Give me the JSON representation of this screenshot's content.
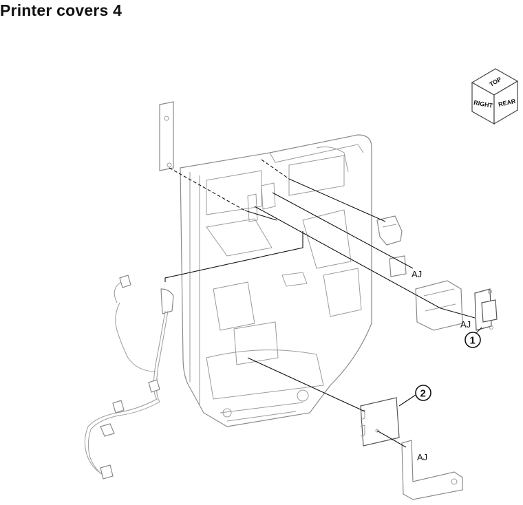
{
  "title": "Printer covers 4",
  "orientation_cube": {
    "top": "TOP",
    "right": "RIGHT",
    "rear": "REAR"
  },
  "callouts": {
    "c1": "1",
    "c2": "2"
  },
  "labels": {
    "aj1": "AJ",
    "aj2": "AJ",
    "aj3": "AJ"
  }
}
